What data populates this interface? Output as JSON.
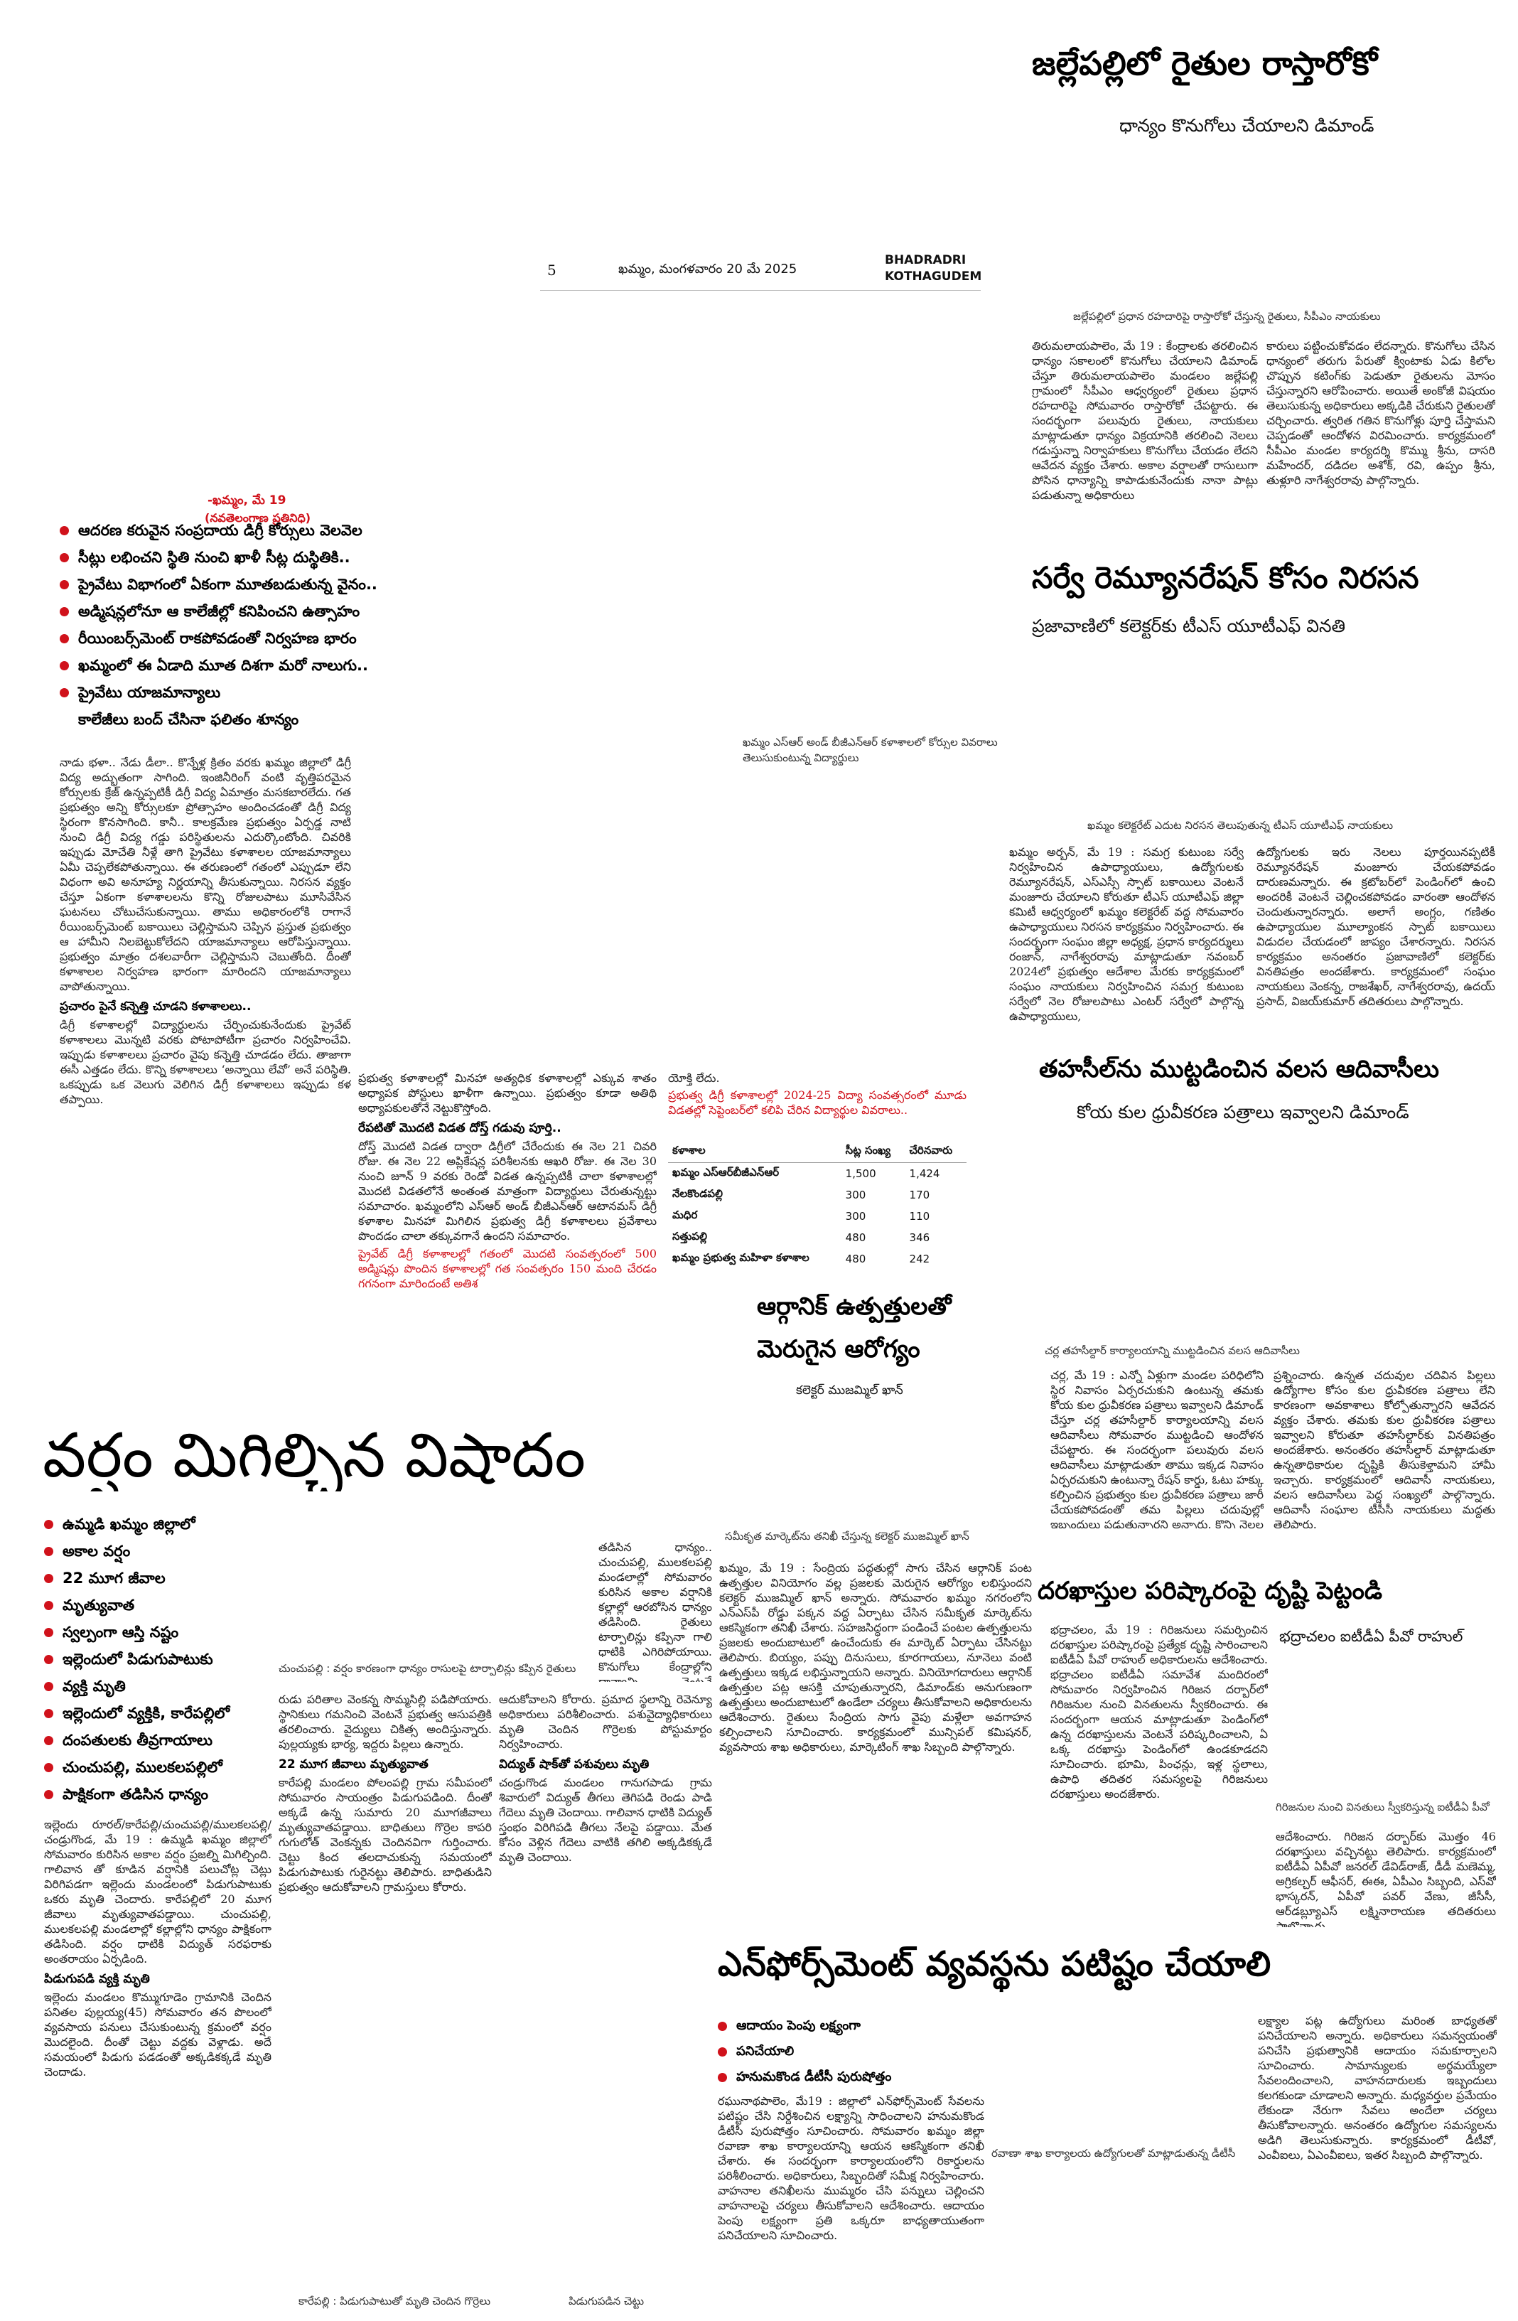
{
  "folio": {
    "page_number": "5",
    "date_line": "ఖమ్మం, మంగళవారం 20 మే 2025",
    "district_line1": "BHADRADRI",
    "district_line2": "KOTHAGUDEM"
  },
  "story_rasta_roko": {
    "headline": "జల్లేపల్లిలో రైతుల రాస్తారోకో",
    "subheadline": "ధాన్యం కొనుగోలు చేయాలని డిమాండ్",
    "photo_caption": "జల్లేపల్లిలో ప్రధాన రహదారిపై రాస్తారోకో చేస్తున్న రైతులు, సీపీఎం నాయకులు",
    "col1": "తిరుమలాయపాలెం, మే 19 : కేంద్రాలకు తరలించిన ధాన్యం సకాలంలో కొనుగోలు చేయాలని డిమాండ్ చేస్తూ తిరుమలాయపాలెం మండలం జల్లేపల్లి గ్రామంలో సీపీఎం ఆధ్వర్యంలో రైతులు ప్రధాన రహదారిపై సోమవారం రాస్తారోకో చేపట్టారు. ఈ సందర్భంగా పలువురు రైతులు, నాయకులు మాట్లాడుతూ ధాన్యం విక్రయానికి తరలించి నెలలు గడుస్తున్నా నిర్వాహకులు కొనుగోలు చేయడం లేదని ఆవేదన వ్యక్తం చేశారు. అకాల వర్షాలతో రాసులుగా పోసిన ధాన్యాన్ని కాపాడుకునేందుకు నానా పాట్లు పడుతున్నా అధికారులు",
    "col2": "కారులు పట్టించుకోవడం లేదన్నారు. కొనుగోలు చేసిన ధాన్యంలో తరుగు పేరుతో క్వింటాకు ఏడు కిలోల చొప్పున కటింగ్‌కు పెడుతూ రైతులను మోసం చేస్తున్నారని ఆరోపించారు. అయితే అంకోజీ విషయం తెలుసుకున్న అధికారులు అక్కడికి చేరుకుని రైతులతో చర్చించారు. త్వరిత గతిన కొనుగోళ్లు పూర్తి చేస్తామని చెప్పడంతో ఆందోళన విరమించారు. కార్యక్రమంలో సీపీఎం మండల కార్యదర్శి కొమ్ము శ్రీను, దాసరి మహేందర్, దడిదల అశోక్, రవి, ఉప్పం శ్రీను, తుళ్లూరి నాగేశ్వరరావు పాల్గొన్నారు."
  },
  "story_survey": {
    "headline": "సర్వే రెమ్యూనరేషన్ కోసం నిరసన",
    "subheadline": "ప్రజావాణిలో కలెక్టర్‌కు టీఎస్ యూటీఎఫ్ వినతి",
    "photo_caption": "ఖమ్మం కలెక్టరేట్ ఎదుట నిరసన తెలుపుతున్న టీఎస్ యూటీఎఫ్ నాయకులు",
    "col1": "ఖమ్మం అర్బన్, మే 19 : సమగ్ర కుటుంబ సర్వే నిర్వహించిన ఉపాధ్యాయులు, ఉద్యోగులకు రెమ్యూనరేషన్, ఎస్ఎస్సీ స్పాట్ బకాయిలు వెంటనే మంజూరు చేయాలని కోరుతూ టీఎస్ యూటీఎఫ్ జిల్లా కమిటీ ఆధ్వర్యంలో ఖమ్మం కలెక్టరేట్ వద్ద సోమవారం ఉపాధ్యాయులు నిరసన కార్యక్రమం నిర్వహించారు. ఈ సందర్భంగా సంఘం జిల్లా అధ్యక్ష, ప్రధాన కార్యదర్శులు రంజాన్, నాగేశ్వరరావు మాట్లాడుతూ నవంబర్ 2024లో ప్రభుత్వం ఆదేశాల మేరకు కార్యక్రమంలో సంఘం నాయకులు నిర్వహించిన సమగ్ర కుటుంబ సర్వేలో నెల రోజులపాటు ఎంటర్ సర్వేలో పాల్గొన్న ఉపాధ్యాయులు,",
    "col2": "ఉద్యోగులకు ఇరు నెలలు పూర్తయినప్పటికీ రెమ్యూనరేషన్ మంజూరు చేయకపోవడం దారుణమన్నారు. ఈ క్రటోబర్‌లో పెండింగ్‌లో ఉంచి అందరికీ వెంటనే చెల్లించకపోవడం వారంతా ఆందోళన చెందుతున్నారన్నారు. అలాగే అంగ్లం, గణితం ఉపాధ్యాయుల మూల్యాంకన స్పాట్ బకాయిలు విడుదల చేయడంలో జాప్యం చేశారన్నారు. నిరసన కార్యక్రమం అనంతరం ప్రజావాణిలో కలెక్టర్‌కు వినతిపత్రం అందజేశారు. కార్యక్రమంలో సంఘం నాయకులు వెంకన్న, రాజశేఖర్, నాగేశ్వరరావు, ఉదయ్ ప్రసాద్, విజయ్‌కుమార్ తదితరులు పాల్గొన్నారు."
  },
  "story_tahsil": {
    "headline": "తహసీల్‌ను ముట్టడించిన వలస ఆదివాసీలు",
    "subheadline": "కోయ కుల ధ్రువీకరణ పత్రాలు ఇవ్వాలని డిమాండ్",
    "photo_caption": "చర్ల తహసీల్దార్ కార్యాలయాన్ని ముట్టడించిన వలస ఆదివాసీలు",
    "col1": "చర్ల, మే 19 : ఎన్నో ఏళ్లుగా మండల పరిధిలోని స్థిర నివాసం ఏర్పరచుకుని ఉంటున్న తమకు కోయ కుల ధ్రువీకరణ పత్రాలు ఇవ్వాలని డిమాండ్ చేస్తూ చర్ల తహసీల్దార్ కార్యాలయాన్ని వలస ఆదివాసీలు సోమవారం ముట్టడించి ఆందోళన చేపట్టారు. ఈ సందర్భంగా పలువురు వలస ఆదివాసీలు మాట్లాడుతూ తాము ఇక్కడ నివాసం ఏర్పరచుకుని ఉంటున్నా రేషన్ కార్డు, ఓటు హక్కు కల్పించిన ప్రభుత్వం కుల ధ్రువీకరణ పత్రాలు జారీ చేయకపోవడంతో తమ పిల్లలు చదువుల్లో ఇబ్బందులు పడుతున్నారని అన్నారు. కొన్ని నెలల క్రితం వరకు ఇచ్చిన పత్రాలను ఇప్పుడు ఎందుకు నిలిపివేశారని ప్రశ్నించారు.",
    "col2": "ప్రశ్నించారు. ఉన్నత చదువుల చదివిన పిల్లలు ఉద్యోగాల కోసం కుల ధ్రువీకరణ పత్రాలు లేని కారణంగా అవకాశాలు కోల్పోతున్నారని ఆవేదన వ్యక్తం చేశారు. తమకు కుల ధ్రువీకరణ పత్రాలు ఇవ్వాలని కోరుతూ తహసీల్దార్‌కు వినతిపత్రం అందజేశారు. అనంతరం తహసీల్దార్ మాట్లాడుతూ ఉన్నతాధికారుల దృష్టికి తీసుకెళ్తామని హామీ ఇచ్చారు. కార్యక్రమంలో ఆదివాసీ నాయకులు, వలస ఆదివాసీలు పెద్ద సంఖ్యలో పాల్గొన్నారు. ఆదివాసీ సంఘాల టీసీసీ నాయకులు మద్దతు తెలిపారు."
  },
  "story_degree": {
    "dateline": "-ఖమ్మం, మే 19",
    "reporter": "(నవతెలంగాణ ప్రతినిధి)",
    "bullets": [
      "ఆదరణ కరువైన సంప్రదాయ డిగ్రీ కోర్సులు వెలవెల",
      "సీట్లు లభించని స్థితి నుంచి ఖాళీ సీట్ల దుస్థితికి..",
      "ప్రైవేటు విభాగంలో ఏకంగా మూతబడుతున్న వైనం..",
      "అడ్మిషన్లలోనూ ఆ కాలేజీల్లో కనిపించని ఉత్సాహం",
      "రీయింబర్స్‌మెంట్ రాకపోవడంతో నిర్వహణ భారం",
      "ఖమ్మంలో ఈ ఏడాది మూత దిశగా మరో నాలుగు..",
      "ప్రైవేటు యాజమాన్యాలు"
    ],
    "bullet_last_cont": "కాలేజీలు బంద్ చేసినా ఫలితం శూన్యం",
    "photo_caption": "ఖమ్మం ఎస్ఆర్ అండ్ బీజీఎన్ఆర్ కళాశాలలో కోర్సుల వివరాలు తెలుసుకుంటున్న విద్యార్థులు",
    "col1": "నాడు భళా.. నేడు డీలా.. కొన్నేళ్ల క్రితం వరకు ఖమ్మం జిల్లాలో డిగ్రీ విద్య అద్భుతంగా సాగింది. ఇంజినీరింగ్ వంటి వృత్తిపరమైన కోర్సులకు క్రేజ్ ఉన్నప్పటికీ డిగ్రీ విద్య ఏమాత్రం మసకబారలేదు. గత ప్రభుత్వం అన్ని కోర్సులకూ ప్రోత్సాహం అందించడంతో డిగ్రీ విద్య స్థిరంగా కొనసాగింది. కానీ.. కాలక్రమేణ ప్రభుత్వం ఏర్పడ్డ నాటి నుంచి డిగ్రీ విద్య గడ్డు పరిస్థితులను ఎదుర్కొంటోంది. చివరికి ఇప్పుడు మోచేతి నీళ్లే తాగి ప్రైవేటు కళాశాలల యాజమాన్యాలు ఏమీ చెప్పలేకపోతున్నాయి. ఈ తరుణంలో గతంలో ఎప్పుడూ లేని విధంగా అవి అనూహ్య నిర్ణయాన్ని తీసుకున్నాయి. నిరసన వ్యక్తం చేస్తూ ఏకంగా కళాశాలలను కొన్ని రోజులపాటు మూసివేసిన ఘటనలు చోటుచేసుకున్నాయి. తాము అధికారంలోకి రాగానే రీయింబర్స్‌మెంట్ బకాయిలు చెల్లిస్తామని చెప్పిన ప్రస్తుత ప్రభుత్వం ఆ హామీని నిలబెట్టుకోలేదని యాజమాన్యాలు ఆరోపిస్తున్నాయి. ప్రభుత్వం మాత్రం దశలవారీగా చెల్లిస్తామని చెబుతోంది. దీంతో కళాశాలల నిర్వహణ భారంగా మారిందని యాజమాన్యాలు వాపోతున్నాయి.",
    "col1_head": "ప్రచారం పైనే కన్నెత్తి చూడని కళాశాలలు..",
    "col1b": "డిగ్రీ కళాశాలల్లో విద్యార్థులను చేర్పించుకునేందుకు ప్రైవేట్ కళాశాలలు మొన్నటి వరకు పోటాపోటీగా ప్రచారం నిర్వహించేవి. ఇప్పుడు కళాశాలలు ప్రచారం వైపు కన్నెత్తి చూడడం లేదు. తాజాగా ఈసీ ఎత్తడం లేదు. కొన్ని కళాశాలలు ‘అన్నాయి లేవో’ అనే పరిస్థితి. ఒకప్పుడు ఒక వెలుగు వెలిగిన డిగ్రీ కళాశాలలు ఇప్పుడు కళ తప్పాయి.",
    "col2": "ప్రభుత్వ కళాశాలల్లో మినహా అత్యధిక కళాశాలల్లో ఎక్కువ శాతం అధ్యాపక పోస్టులు ఖాళీగా ఉన్నాయి. ప్రభుత్వం కూడా అతిథి అధ్యాపకులతోనే నెట్టుకొస్తోంది.",
    "col2_head": "రేపటితో మొదటి విడత దోస్త్ గడువు పూర్తి..",
    "col2b": "దోస్త్ మొదటి విడత ద్వారా డిగ్రీలో చేరేందుకు ఈ నెల 21 చివరి రోజు. ఈ నెల 22 అప్లికేషన్ల పరిశీలనకు ఆఖరి రోజు. ఈ నెల 30 నుంచి జూన్ 9 వరకు రెండో విడత ఉన్నప్పటికీ చాలా కళాశాలల్లో మొదటి విడతలోనే అంతంత మాత్రంగా విద్యార్థులు చేరుతున్నట్టు సమాచారం. ఖమ్మంలోని ఎస్ఆర్ అండ్ బీజీఎన్ఆర్ ఆటానమస్ డిగ్రీ కళాశాల మినహా మిగిలిన ప్రభుత్వ డిగ్రీ కళాశాలలు ప్రవేశాలు పొందడం చాలా తక్కువగానే ఉందని సమాచారం.",
    "col2_note": "ప్రైవేట్ డిగ్రీ కళాశాలల్లో గతంలో మొదటి సంవత్సరంలో 500 అడ్మిషన్లు పొందిన కళాశాలల్లో గత సంవత్సరం 150 మంది చేరడం గగనంగా మారిందంటే అతిశ",
    "table_note": "ప్రభుత్వ డిగ్రీ కళాశాలల్లో 2024-25 విద్యా సంవత్సరంలో మూడు విడతల్లో సెప్టెంబర్‌లో కలిపి చేరిన విద్యార్థుల వివరాలు..",
    "table_intro": "యోక్తి లేదు."
  },
  "chart_data": {
    "type": "table",
    "columns": [
      "కళాశాల",
      "సీట్ల సంఖ్య",
      "చేరినవారు"
    ],
    "rows": [
      [
        "ఖమ్మం ఎస్ఆర్‌బీజీఎన్ఆర్",
        "1,500",
        "1,424"
      ],
      [
        "నేలకొండపల్లి",
        "300",
        "170"
      ],
      [
        "మధిర",
        "300",
        "110"
      ],
      [
        "సత్తుపల్లి",
        "480",
        "346"
      ],
      [
        "ఖమ్మం ప్రభుత్వ మహిళా కళాశాల",
        "480",
        "242"
      ]
    ]
  },
  "story_organic": {
    "headline_line1": "ఆర్గానిక్ ఉత్పత్తులతో",
    "headline_line2": "మెరుగైన ఆరోగ్యం",
    "byline": "కలెక్టర్ ముజమ్మిల్ ఖాన్",
    "photo_caption": "సమీకృత మార్కెట్‌ను తనిఖీ చేస్తున్న కలెక్టర్ ముజమ్మిల్ ఖాన్",
    "col1": "ఖమ్మం, మే 19 : సేంద్రియ పద్ధతుల్లో సాగు చేసిన ఆర్గానిక్ పంట ఉత్పత్తుల వినియోగం వల్ల ప్రజలకు మెరుగైన ఆరోగ్యం లభిస్తుందని కలెక్టర్ ముజమ్మిల్ ఖాన్ అన్నారు. సోమవారం ఖమ్మం నగరంలోని ఎన్ఎస్‌పీ రోడ్డు పక్కన వద్ద ఏర్పాటు చేసిన సమీకృత మార్కెట్‌ను ఆకస్మికంగా తనిఖీ చేశారు. సహజసిద్ధంగా పండించే పంటల ఉత్పత్తులను ప్రజలకు అందుబాటులో ఉంచేందుకు ఈ మార్కెట్ ఏర్పాటు చేసినట్టు తెలిపారు. బియ్యం, పప్పు దినుసులు, కూరగాయలు, నూనెలు వంటి ఉత్పత్తులు ఇక్కడ లభిస్తున్నాయని అన్నారు. వినియోగదారులు ఆర్గానిక్ ఉత్పత్తుల పట్ల ఆసక్తి చూపుతున్నారని, డిమాండ్‌కు అనుగుణంగా ఉత్పత్తులు అందుబాటులో ఉండేలా చర్యలు తీసుకోవాలని అధికారులను ఆదేశించారు. రైతులు సేంద్రియ సాగు వైపు మళ్లేలా అవగాహన కల్పించాలని సూచించారు. కార్యక్రమంలో మున్సిపల్ కమిషనర్, వ్యవసాయ శాఖ అధికారులు, మార్కెటింగ్ శాఖ సిబ్బంది పాల్గొన్నారు."
  },
  "story_rain": {
    "headline": "వర్షం మిగిల్చిన విషాదం",
    "bullets": [
      "ఉమ్మడి ఖమ్మం జిల్లాలో",
      "22 మూగ జీవాల",
      "స్వల్పంగా ఆస్తి నష్టం",
      "ఇల్లెందులో పిడుగుపాటుకు",
      "ఇల్లెందులో వ్యక్తికి, కారేపల్లిలో",
      "చుంచుపల్లి, ములకలపల్లిలో"
    ],
    "bullet_conts": [
      "అకాల వర్షం",
      "మృత్యువాత",
      "",
      "వ్యక్తి మృతి",
      "దంపతులకు తీవ్రగాయాలు",
      "పాక్షికంగా తడిసిన ధాన్యం"
    ],
    "photo_caption_left": "చుంచుపల్లి : వర్షం కారణంగా ధాన్యం రాసులపై టార్పాలిన్లు కప్పిన రైతులు",
    "photo_caption_bottom_left": "కారేపల్లి : పిడుగుపాటుతో మృతి చెందిన గొర్రెలు",
    "photo_caption_bottom_mid": "పిడుగుపడిన చెట్టు",
    "col1": "ఇల్లెందు రూరల్/కారేపల్లి/చుంచుపల్లి/ములకలపల్లి/చండ్రుగొండ, మే 19 : ఉమ్మడి ఖమ్మం జిల్లాలో సోమవారం కురిసిన అకాల వర్షం ప్రజల్ని మిగిల్చింది. గాలివాన తో కూడిన వర్షానికి పలుచోట్ల చెట్లు విరిగిపడగా ఇల్లెందు మండలంలో పిడుగుపాటుకు ఒకరు మృతి చెందారు. కారేపల్లిలో 20 మూగ జీవాలు మృత్యువాతపడ్డాయి. చుంచుపల్లి, ములకలపల్లి మండలాల్లో కల్లాల్లోని ధాన్యం పాక్షికంగా తడిసింది. వర్షం ధాటికి విద్యుత్ సరఫరాకు అంతరాయం ఏర్పడింది.",
    "col1_head": "పిడుగుపడి వ్యక్తి మృతి",
    "col1b": "ఇల్లెందు మండలం కొమ్ముగూడెం గ్రామానికి చెందిన పనితల పుల్లయ్య(45) సోమవారం తన పొలంలో వ్యవసాయ పనులు చేసుకుంటున్న క్రమంలో వర్షం మొదలైంది. దీంతో చెట్టు వద్దకు వెళ్లాడు. అదే సమయంలో పిడుగు పడడంతో అక్కడికక్కడే మృతి చెందాడు.",
    "col2": "రుడు పరితాల వెంకన్న సొమ్మసిల్లి పడిపోయారు. స్థానికులు గమనించి వెంటనే ప్రభుత్వ ఆసుపత్రికి తరలించారు. వైద్యులు చికిత్స అందిస్తున్నారు. పుల్లయ్యకు భార్య, ఇద్దరు పిల్లలు ఉన్నారు.",
    "col2_head": "22 మూగ జీవాలు మృత్యువాత",
    "col2b": "కారేపల్లి మండలం పోలంపల్లి గ్రామ సమీపంలో సోమవారం సాయంత్రం పిడుగుపడింది. దీంతో అక్కడే ఉన్న సుమారు 20 మూగజీవాలు మృత్యువాతపడ్డాయి. బాధితులు గొర్రెల కాపరి గుగులోత్ వెంకన్నకు చెందినవిగా గుర్తించారు. చెట్టు కింద తలదాచుకున్న సమయంలో పిడుగుపాటుకు గురైనట్టు తెలిపారు. బాధితుడిని ప్రభుత్వం ఆదుకోవాలని గ్రామస్తులు కోరారు.",
    "col3": "ఆదుకోవాలని కోరారు. ప్రమాద స్థలాన్ని రెవెన్యూ అధికారులు పరిశీలించారు. పశువైద్యాధికారులు మృతి చెందిన గొర్రెలకు పోస్టుమార్టం నిర్వహించారు.",
    "col3_head": "విద్యుత్ షాక్‌తో పశువులు మృతి",
    "col3b": "చండ్రుగొండ మండలం గానుగపాడు గ్రామ శివారులో విద్యుత్ తీగలు తెగిపడి రెండు పాడి గేదెలు మృతి చెందాయి. గాలివాన ధాటికి విద్యుత్ స్తంభం విరిగిపడి తీగలు నేలపై పడ్డాయి. మేత కోసం వెళ్లిన గేదెలు వాటికి తగిలి అక్కడికక్కడే మృతి చెందాయి.",
    "col4": "తడిసిన ధాన్యం.. చుంచుపల్లి, ములకలపల్లి మండలాల్లో సోమవారం కురిసిన అకాల వర్షానికి కల్లాల్లో ఆరబోసిన ధాన్యం తడిసింది. రైతులు టార్పాలిన్లు కప్పినా గాలి ధాటికి ఎగిరిపోయాయి. కొనుగోలు కేంద్రాల్లోని ధాన్యాన్ని వెంటనే తరలించాలని రైతులు కోరుతున్నారు."
  },
  "story_petitions": {
    "headline": "దరఖాస్తుల పరిష్కారంపై దృష్టి పెట్టండి",
    "subheadline": "భద్రాచలం ఐటీడీఏ పీవో రాహుల్",
    "photo_caption": "గిరిజనుల నుంచి వినతులు స్వీకరిస్తున్న ఐటీడీఏ పీవో",
    "col1": "భద్రాచలం, మే 19 : గిరిజనులు సమర్పించిన దరఖాస్తుల పరిష్కారంపై ప్రత్యేక దృష్టి సారించాలని ఐటీడీఏ పీవో రాహుల్ అధికారులను ఆదేశించారు. భద్రాచలం ఐటీడీఏ సమావేశ మందిరంలో సోమవారం నిర్వహించిన గిరిజన దర్బార్‌లో గిరిజనుల నుంచి వినతులను స్వీకరించారు. ఈ సందర్భంగా ఆయన మాట్లాడుతూ పెండింగ్‌లో ఉన్న దరఖాస్తులను వెంటనే పరిష్కరించాలని, ఏ ఒక్క దరఖాస్తు పెండింగ్‌లో ఉండకూడదని సూచించారు. భూమి, పింఛన్లు, ఇళ్ల స్థలాలు, ఉపాధి తదితర సమస్యలపై గిరిజనులు దరఖాస్తులు అందజేశారు.",
    "col2": "ఆదేశించారు. గిరిజన దర్బార్‌కు మొత్తం 46 దరఖాస్తులు వచ్చినట్టు తెలిపారు. కార్యక్రమంలో ఐటీడీఏ ఏపీవో జనరల్ డేవిడ్‌రాజ్, డీడీ మణెమ్మ, అగ్రికల్చర్ ఆఫీసర్, ఈఈ, ఏపీఎం సిబ్బంది, ఎస్‌వో భాస్కరన్, ఏపీవో పవర్ వేణు, జీసీసీ, ఆర్‌డబ్ల్యూఎస్ లక్ష్మినారాయణ తదితరులు పాల్గొన్నారు."
  },
  "story_enforcement": {
    "headline": "ఎన్‌ఫోర్స్‌మెంట్ వ్యవస్థను పటిష్టం చేయాలి",
    "bullets": [
      "ఆదాయం పెంపు లక్ష్యంగా",
      "హనుమకొండ డీటీసీ పురుషోత్తం"
    ],
    "bullet_conts": [
      "పనిచేయాలి",
      ""
    ],
    "photo_caption": "రవాణా శాఖ కార్యాలయ ఉద్యోగులతో మాట్లాడుతున్న డీటీసీ",
    "col1": "రఘునాథపాలెం, మే19 : జిల్లాలో ఎన్‌ఫోర్స్‌మెంట్ సేవలను పటిష్టం చేసి నిర్దేశించిన లక్ష్యాన్ని సాధించాలని హనుమకొండ డీటీసీ పురుషోత్తం సూచించారు. సోమవారం ఖమ్మం జిల్లా రవాణా శాఖ కార్యాలయాన్ని ఆయన ఆకస్మికంగా తనిఖీ చేశారు. ఈ సందర్భంగా కార్యాలయంలోని రికార్డులను పరిశీలించారు. అధికారులు, సిబ్బందితో సమీక్ష నిర్వహించారు. వాహనాల తనిఖీలను ముమ్మరం చేసి పన్నులు చెల్లించని వాహనాలపై చర్యలు తీసుకోవాలని ఆదేశించారు. ఆదాయం పెంపు లక్ష్యంగా ప్రతి ఒక్కరూ బాధ్యతాయుతంగా పనిచేయాలని సూచించారు.",
    "col2": "లక్ష్యాల పట్ల ఉద్యోగులు మరింత బాధ్యతతో పనిచేయాలని అన్నారు. అధికారులు సమన్వయంతో పనిచేసి ప్రభుత్వానికి ఆదాయం సమకూర్చాలని సూచించారు. సామాన్యులకు అర్థమయ్యేలా సేవలందించాలని, వాహనదారులకు ఇబ్బందులు కలగకుండా చూడాలని అన్నారు. మధ్యవర్తుల ప్రమేయం లేకుండా నేరుగా సేవలు అందేలా చర్యలు తీసుకోవాలన్నారు. అనంతరం ఉద్యోగుల సమస్యలను అడిగి తెలుసుకున్నారు. కార్యక్రమంలో డీటీవో, ఎంవీఐలు, ఏఎంవీఐలు, ఇతర సిబ్బంది పాల్గొన్నారు."
  }
}
